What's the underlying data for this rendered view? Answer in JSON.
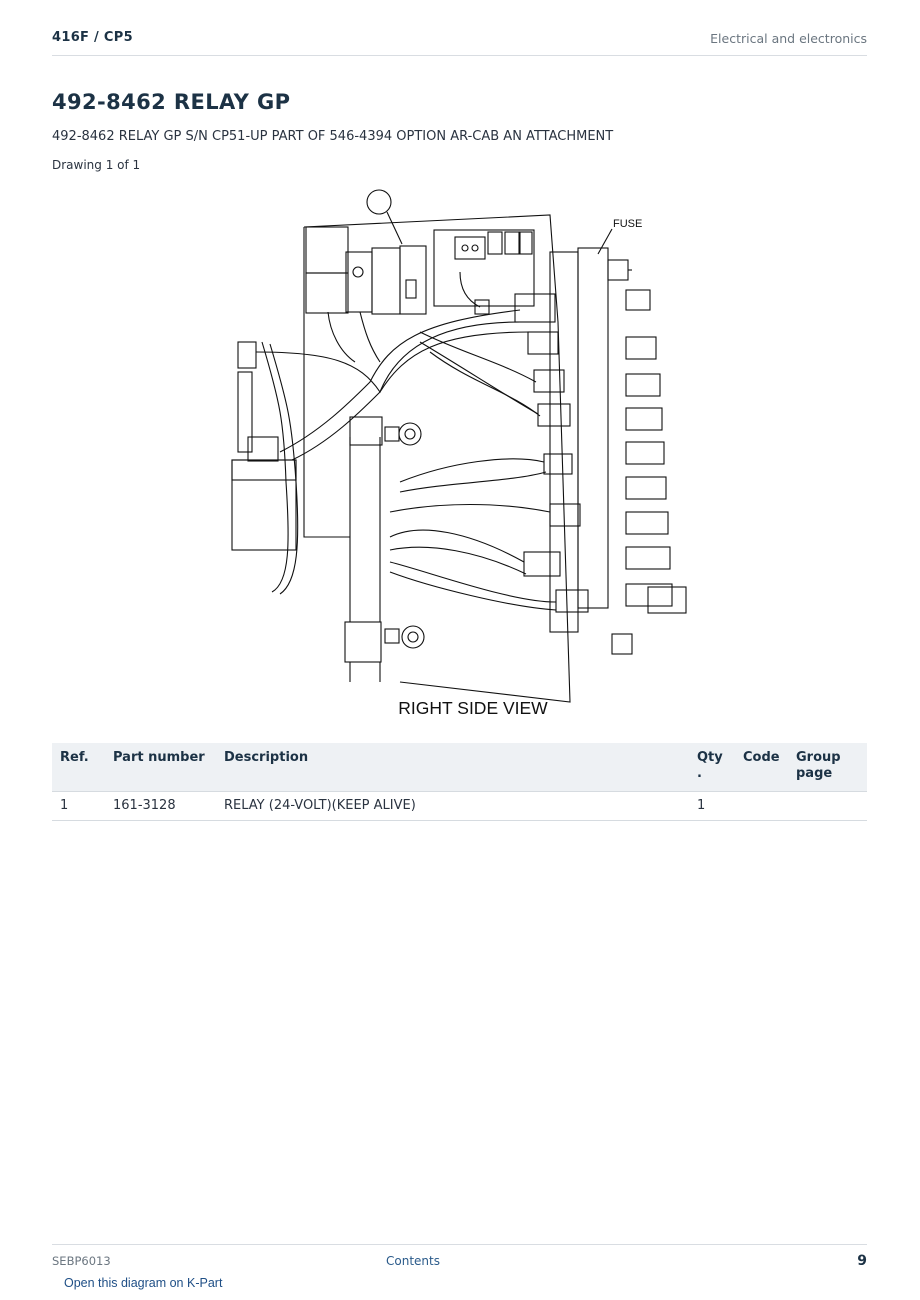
{
  "header": {
    "model": "416F  /  CP5",
    "section": "Electrical and electronics"
  },
  "title": "492-8462 RELAY GP",
  "subtitle": "492-8462 RELAY GP S/N CP51-UP PART OF 546-4394 OPTION AR-CAB AN ATTACHMENT",
  "drawing_count": "Drawing 1 of 1",
  "figure": {
    "fuse_label": "FUSE",
    "caption": "RIGHT SIDE VIEW"
  },
  "table": {
    "headers": {
      "ref": "Ref.",
      "part_number": "Part number",
      "description": "Description",
      "qty": "Qty\n.",
      "code": "Code",
      "group_page": "Group\npage"
    },
    "rows": [
      {
        "ref": "1",
        "part_number": "161-3128",
        "description": "RELAY (24-VOLT)(KEEP ALIVE)",
        "qty": "1",
        "code": "",
        "group_page": ""
      }
    ]
  },
  "footer": {
    "doc_id": "SEBP6013",
    "contents_link": "Contents",
    "page_number": "9"
  },
  "kpart_link": "Open this diagram on K-Part"
}
